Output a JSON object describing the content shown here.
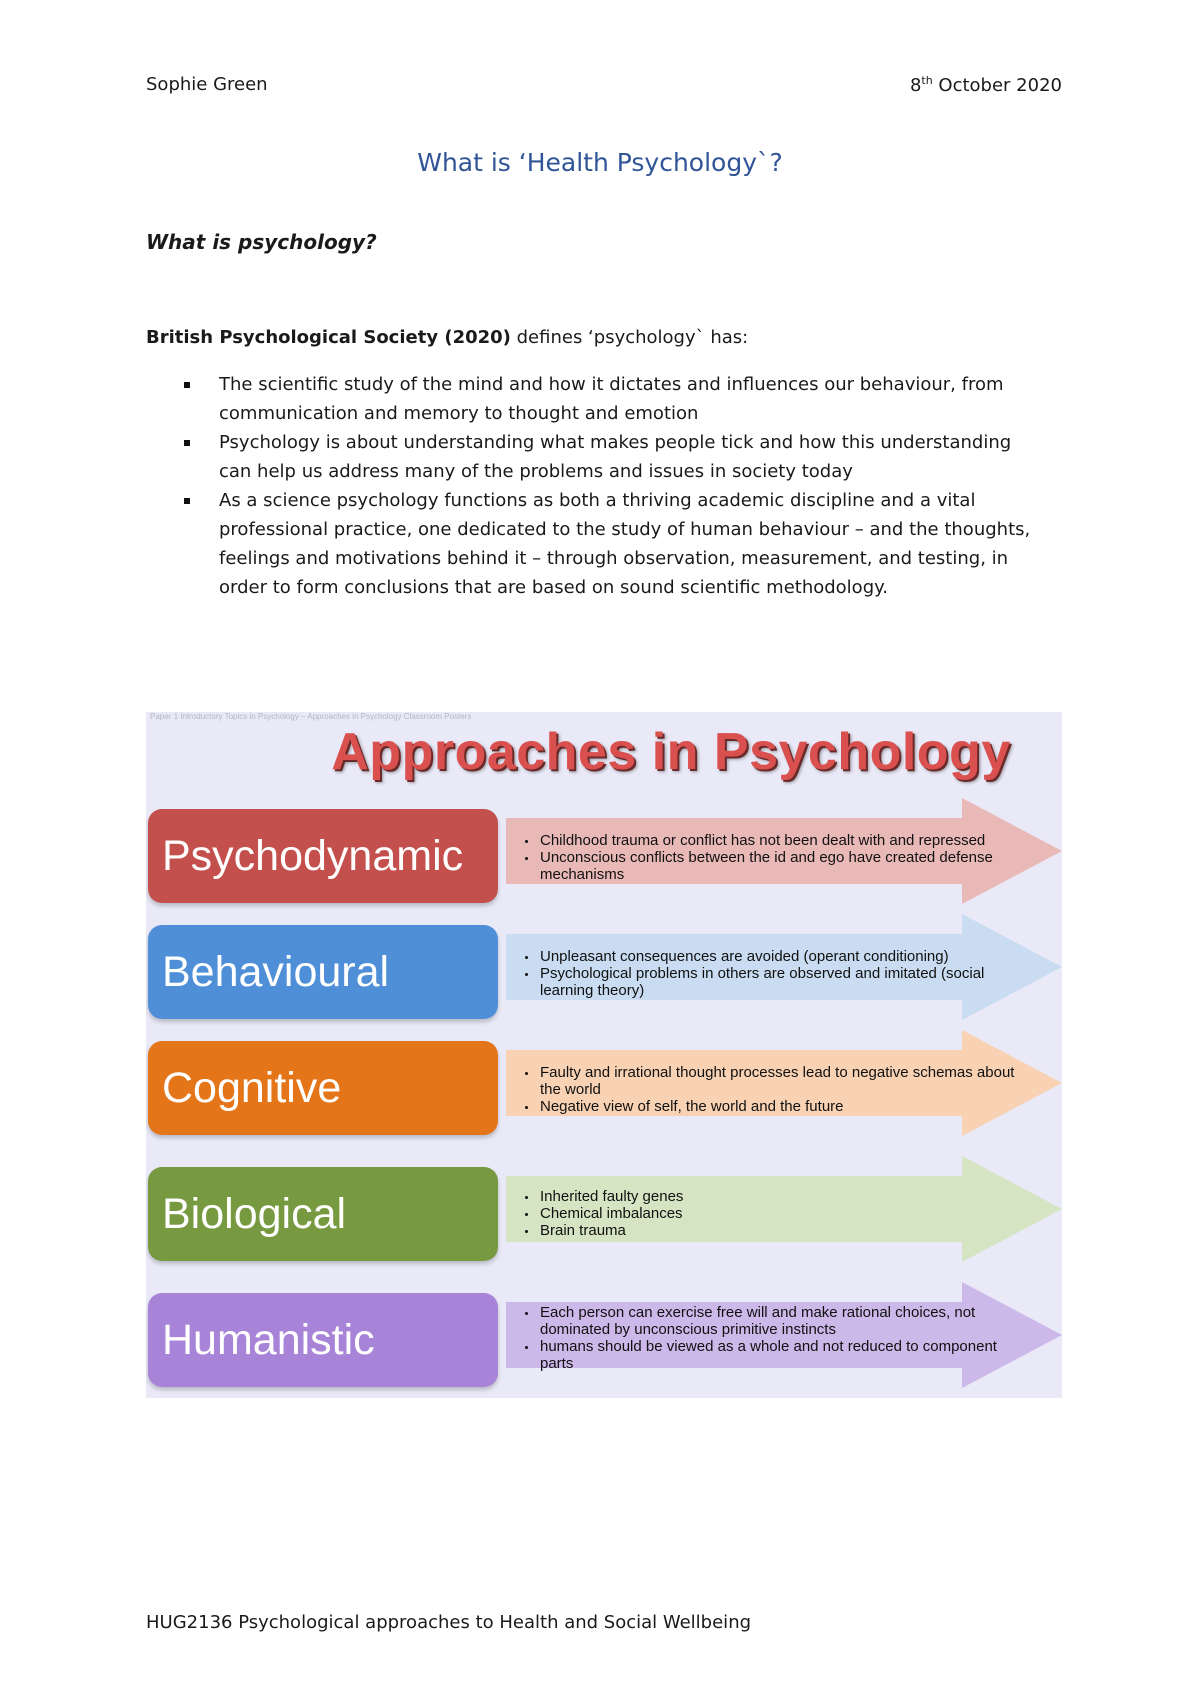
{
  "header": {
    "author": "Sophie Green",
    "date_day": "8",
    "date_suffix": "th",
    "date_rest": "October 2020"
  },
  "title": "What is ‘Health Psychology`?",
  "subheading": "What is psychology?",
  "intro": {
    "source": "British Psychological Society (2020)",
    "rest": "defines ‘psychology` has:"
  },
  "bullets": [
    "The scientific study of the mind and how it dictates and influences our behaviour, from communication and memory to thought and emotion",
    "Psychology is about understanding what makes people tick and how this understanding can help us address many of the problems and issues in society today",
    "As a science psychology functions as both a thriving academic discipline and a vital professional practice, one dedicated to the study of human behaviour – and the thoughts, feelings and motivations behind it – through observation, measurement, and testing, in order to form conclusions that are based on sound scientific methodology."
  ],
  "figure": {
    "top_caption": "Paper 1 Introductory Topics in Psychology – Approaches in Psychology Classroom Posters",
    "title": "Approaches in Psychology",
    "approaches": [
      {
        "name": "Psychodynamic",
        "color": "#c4504d",
        "arrow_color": "#e9b9b8",
        "points": [
          "Childhood trauma or conflict has not been dealt with and repressed",
          "Unconscious conflicts between the id and ego have created defense mechanisms"
        ]
      },
      {
        "name": "Behavioural",
        "color": "#4f8fd8",
        "arrow_color": "#c9dcf1",
        "points": [
          "Unpleasant consequences are avoided (operant conditioning)",
          "Psychological problems in others are observed and imitated (social learning theory)"
        ]
      },
      {
        "name": "Cognitive",
        "color": "#e57519",
        "arrow_color": "#f8d2b3",
        "points": [
          "Faulty and irrational thought processes lead to negative schemas about the world",
          "Negative view of self, the world and the future"
        ]
      },
      {
        "name": "Biological",
        "color": "#779940",
        "arrow_color": "#d5e4c3",
        "points": [
          "Inherited faulty genes",
          "Chemical imbalances",
          "Brain trauma"
        ]
      },
      {
        "name": "Humanistic",
        "color": "#a784d8",
        "arrow_color": "#cdb8ea",
        "points": [
          "Each person can exercise free will and make rational choices, not dominated by unconscious primitive instincts",
          "humans should be viewed as a whole and not reduced to component parts"
        ]
      }
    ]
  },
  "footer": "HUG2136 Psychological approaches to Health and Social Wellbeing"
}
